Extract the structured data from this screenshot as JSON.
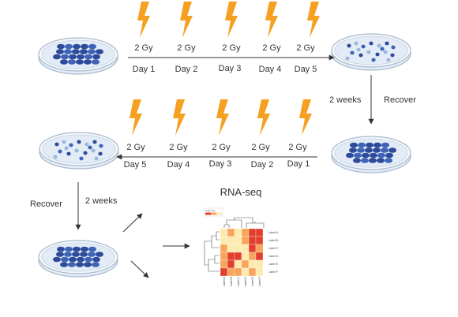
{
  "row1": {
    "doses": [
      "2 Gy",
      "2 Gy",
      "2 Gy",
      "2 Gy",
      "2 Gy"
    ],
    "days": [
      "Day 1",
      "Day 2",
      "Day 3",
      "Day 4",
      "Day 5"
    ]
  },
  "recover_right": {
    "interval": "2 weeks",
    "label": "Recover"
  },
  "row2": {
    "doses": [
      "2 Gy",
      "2 Gy",
      "2 Gy",
      "2 Gy",
      "2 Gy"
    ],
    "days": [
      "Day 5",
      "Day 4",
      "Day 3",
      "Day 2",
      "Day 1"
    ]
  },
  "recover_left": {
    "label": "Recover",
    "interval": "2 weeks"
  },
  "rnaseq": {
    "title": "RNA-seq",
    "color_key": "Color key",
    "row_labels": [
      "Label A",
      "Label B",
      "Label C",
      "Label D",
      "Label E",
      "Label F"
    ],
    "col_labels": [
      "Label A",
      "Label B",
      "Label C",
      "Label D",
      "Label E",
      "Label F"
    ]
  },
  "colors": {
    "bolt": "#F5A021",
    "cell_dark": "#2E4A9A",
    "cell_mid": "#3E63B8",
    "cell_light": "#9DB6DD",
    "dish_fill": "#E3ECF6",
    "dish_rim": "#A9B9CD",
    "arrow": "#333333",
    "heat_high": "#E2402D",
    "heat_mid": "#F6A55A",
    "heat_low": "#FCEAB0"
  }
}
